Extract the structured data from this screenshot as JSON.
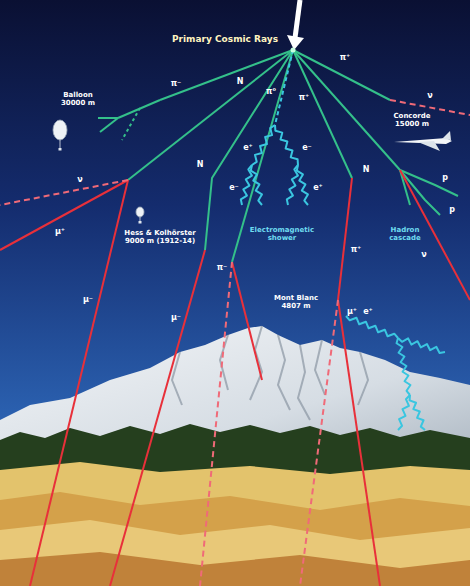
{
  "diagram": {
    "title": "Primary Cosmic Rays",
    "labels": [
      "Balloon 30000 m",
      "π⁻",
      "N",
      "π⁰",
      "π⁺",
      "π⁺",
      "Concorde 15000 m",
      "N",
      "e⁺",
      "e⁻",
      "e⁻",
      "e⁺",
      "ν",
      "μ⁺",
      "N",
      "p",
      "p",
      "Hadron cascade",
      "Electromagnetic shower",
      "Hess & Kolhörster 9000 m (1912-14)",
      "π⁻",
      "π⁺",
      "ν",
      "μ⁻",
      "μ⁻",
      "Mont Blanc 4807 m",
      "μ⁺",
      "e⁺",
      "ν"
    ]
  }
}
